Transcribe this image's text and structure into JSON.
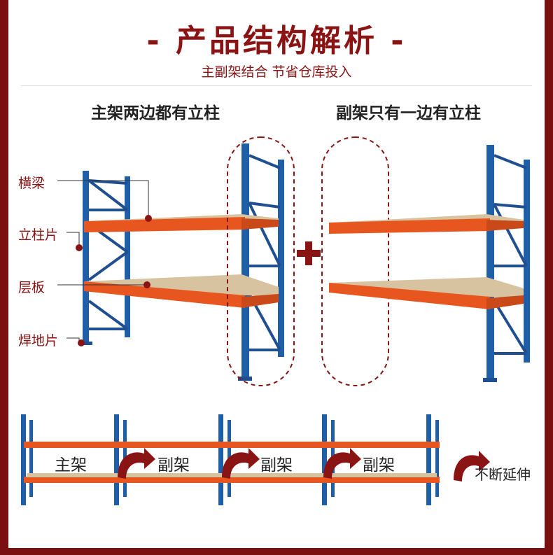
{
  "title": "- 产品结构解析 -",
  "subtitle": "主副架结合 节省仓库投入",
  "left_heading": "主架两边都有立柱",
  "right_heading": "副架只有一边有立柱",
  "labels": [
    "横梁",
    "立柱片",
    "层板",
    "焊地片"
  ],
  "plus": "+",
  "bottom": {
    "main_label": "主架",
    "sub_label": "副架",
    "extend_label": "不断延伸"
  },
  "colors": {
    "accent": "#8a1414",
    "beam": "#e8561f",
    "upright": "#1f5fa8",
    "deck": "#d8c3a0"
  }
}
